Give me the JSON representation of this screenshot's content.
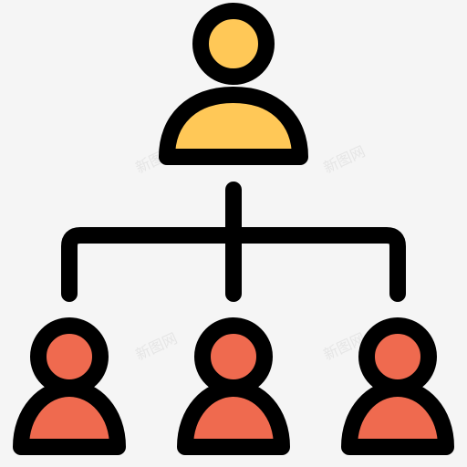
{
  "icon": {
    "name": "org-chart-icon",
    "colors": {
      "background": "#f5f5f5",
      "stroke": "#000000",
      "top_person_fill": "#ffc857",
      "bottom_person_fill": "#ef6a4f"
    }
  },
  "watermarks": [
    "新图网",
    "新图网",
    "新图网",
    "新图网"
  ]
}
